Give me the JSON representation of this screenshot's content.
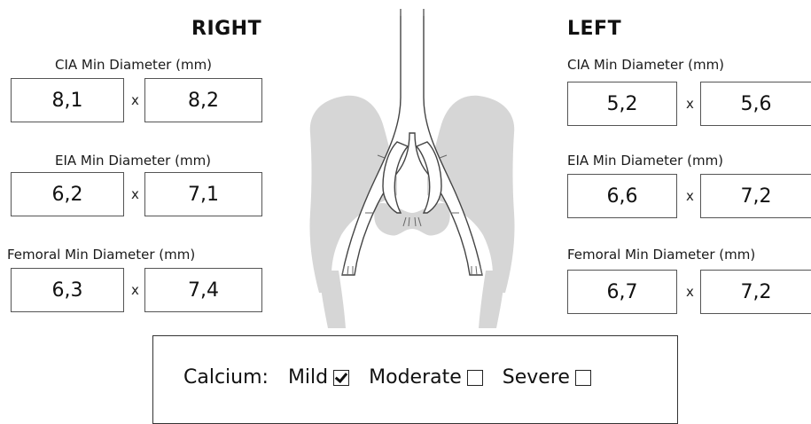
{
  "right": {
    "title": "RIGHT",
    "cia": {
      "label": "CIA Min Diameter (mm)",
      "v1": "8,1",
      "v2": "8,2"
    },
    "eia": {
      "label": "EIA Min Diameter (mm)",
      "v1": "6,2",
      "v2": "7,1"
    },
    "femoral": {
      "label": "Femoral Min Diameter (mm)",
      "v1": "6,3",
      "v2": "7,4"
    }
  },
  "left": {
    "title": "LEFT",
    "cia": {
      "label": "CIA Min Diameter (mm)",
      "v1": "5,2",
      "v2": "5,6"
    },
    "eia": {
      "label": "EIA Min Diameter (mm)",
      "v1": "6,6",
      "v2": "7,2"
    },
    "femoral": {
      "label": "Femoral Min Diameter (mm)",
      "v1": "6,7",
      "v2": "7,2"
    }
  },
  "times": "x",
  "calcium": {
    "label": "Calcium:",
    "options": [
      {
        "label": "Mild",
        "checked": true
      },
      {
        "label": "Moderate",
        "checked": false
      },
      {
        "label": "Severe",
        "checked": false
      }
    ]
  }
}
